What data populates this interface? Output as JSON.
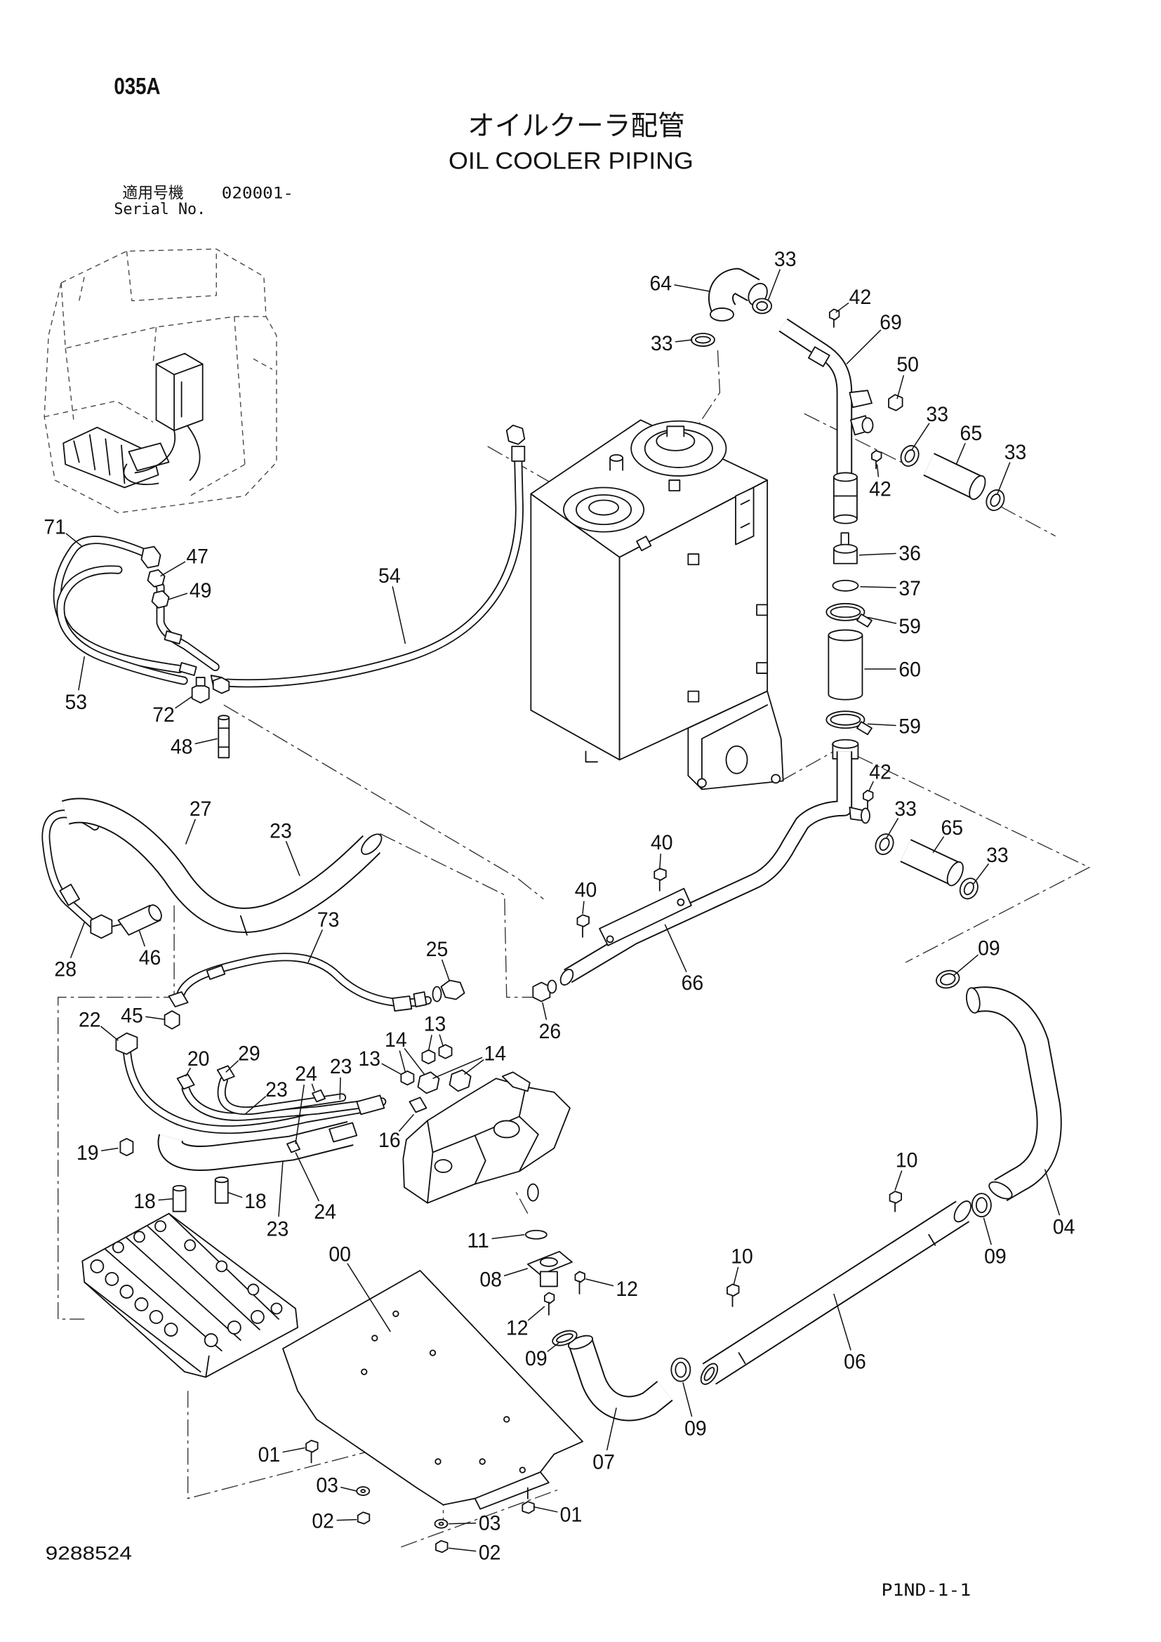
{
  "header": {
    "code": "035A",
    "title_ja": "オイルクーラ配管",
    "title_en": "OIL COOLER PIPING",
    "applicable_label": "適用号機",
    "serial_start": "020001-",
    "serial_label": "Serial No."
  },
  "footer": {
    "drawing_number": "9288524",
    "page_ref": "P1ND-1-1"
  },
  "callouts": [
    "33",
    "64",
    "42",
    "69",
    "33",
    "50",
    "33",
    "65",
    "33",
    "42",
    "71",
    "47",
    "36",
    "54",
    "37",
    "49",
    "59",
    "60",
    "53",
    "72",
    "59",
    "48",
    "42",
    "27",
    "33",
    "65",
    "23",
    "40",
    "33",
    "40",
    "73",
    "46",
    "25",
    "09",
    "28",
    "66",
    "45",
    "22",
    "13",
    "26",
    "14",
    "14",
    "29",
    "20",
    "13",
    "23",
    "24",
    "23",
    "16",
    "19",
    "10",
    "18",
    "18",
    "24",
    "04",
    "23",
    "11",
    "00",
    "09",
    "10",
    "08",
    "12",
    "12",
    "09",
    "06",
    "09",
    "01",
    "07",
    "03",
    "01",
    "02",
    "03",
    "02"
  ]
}
